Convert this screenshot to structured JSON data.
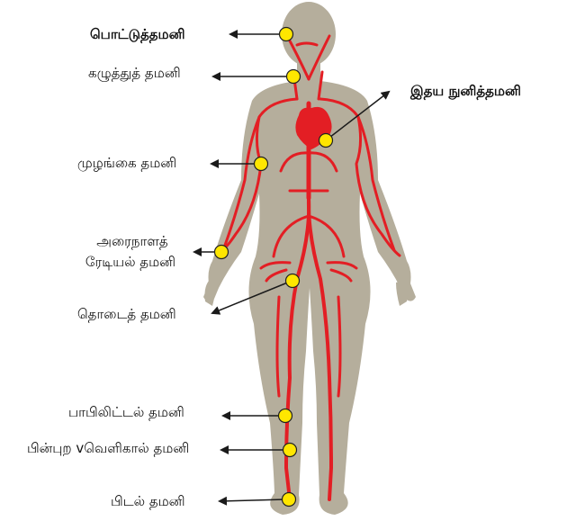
{
  "labels": {
    "head_artery": "பொட்டுத்தமனி",
    "neck_artery": "கழுத்துத் தமனி",
    "heart_artery": "இதய நுனித்தமனி",
    "elbow_artery": "முழங்கை தமனி",
    "radial_artery_line1": "அரைநாளத்",
    "radial_artery_line2": "ரேடியல் தமனி",
    "thigh_artery": "தொடைத் தமனி",
    "popliteal_artery": "பாபிலிட்டல் தமனி",
    "rear_tibial_artery": "பின்புற vவெளிகால் தமனி",
    "foot_artery": "பிடல் தமனி"
  },
  "colors": {
    "body": "#b5ae9c",
    "artery": "#e31e24",
    "marker_fill": "#ffe600",
    "marker_stroke": "#222222",
    "arrow": "#1a1a1a"
  }
}
